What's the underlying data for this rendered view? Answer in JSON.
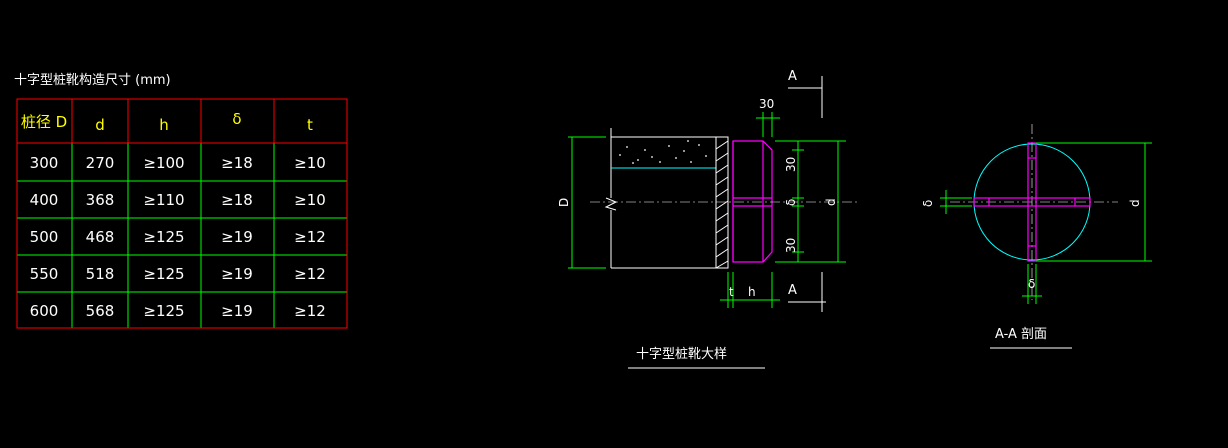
{
  "table": {
    "title": "十字型桩靴构造尺寸 (mm)",
    "headers": [
      "桩径 D",
      "d",
      "h",
      "δ",
      "t"
    ],
    "rows": [
      [
        "300",
        "270",
        "≥100",
        "≥18",
        "≥10"
      ],
      [
        "400",
        "368",
        "≥110",
        "≥18",
        "≥10"
      ],
      [
        "500",
        "468",
        "≥125",
        "≥19",
        "≥12"
      ],
      [
        "550",
        "518",
        "≥125",
        "≥19",
        "≥12"
      ],
      [
        "600",
        "568",
        "≥125",
        "≥19",
        "≥12"
      ]
    ]
  },
  "detail": {
    "section_mark": "A",
    "dim_30_top": "30",
    "dim_30_right_top": "30",
    "dim_30_right_bottom": "30",
    "dim_D": "D",
    "dim_d": "d",
    "dim_delta": "δ",
    "dim_t": "t",
    "dim_h": "h",
    "caption": "十字型桩靴大样"
  },
  "section": {
    "dim_delta_left": "δ",
    "dim_delta_bottom": "δ",
    "dim_d": "d",
    "caption": "A-A 剖面"
  },
  "colors": {
    "background": "#000000",
    "table_border": "#ff0000",
    "table_grid": "#00ff00",
    "header_text": "#ffff00",
    "dimension": "#00ff00",
    "outline": "#ffffff",
    "steel": "#ff00ff",
    "circle": "#00ffff"
  }
}
